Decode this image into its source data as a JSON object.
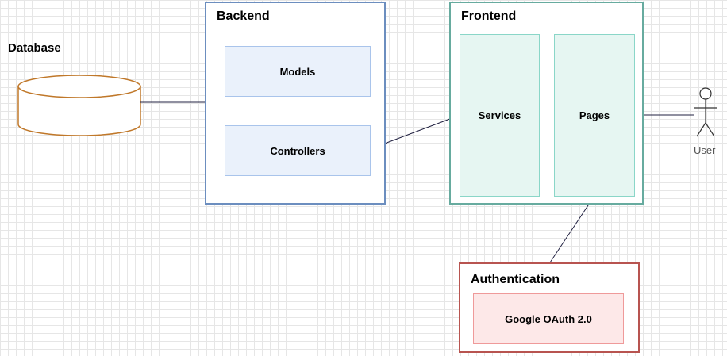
{
  "colors": {
    "backend_border": "#6c8ebf",
    "frontend_border": "#67ab9f",
    "auth_border": "#b85450",
    "blue_fill": "#eaf1fb",
    "blue_stroke": "#a9c4eb",
    "green_fill": "#e6f6f2",
    "green_stroke": "#8ad6c8",
    "red_fill": "#fde8e8",
    "red_stroke": "#ef9a9a",
    "database_stroke": "#c0782a",
    "connector": "#202040"
  },
  "database": {
    "label": "Database",
    "icon": "cylinder-icon"
  },
  "backend": {
    "title": "Backend",
    "models": "Models",
    "controllers": "Controllers"
  },
  "frontend": {
    "title": "Frontend",
    "services": "Services",
    "pages": "Pages"
  },
  "authentication": {
    "title": "Authentication",
    "provider": "Google OAuth 2.0"
  },
  "user": {
    "label": "User",
    "icon": "stick-figure-icon"
  }
}
